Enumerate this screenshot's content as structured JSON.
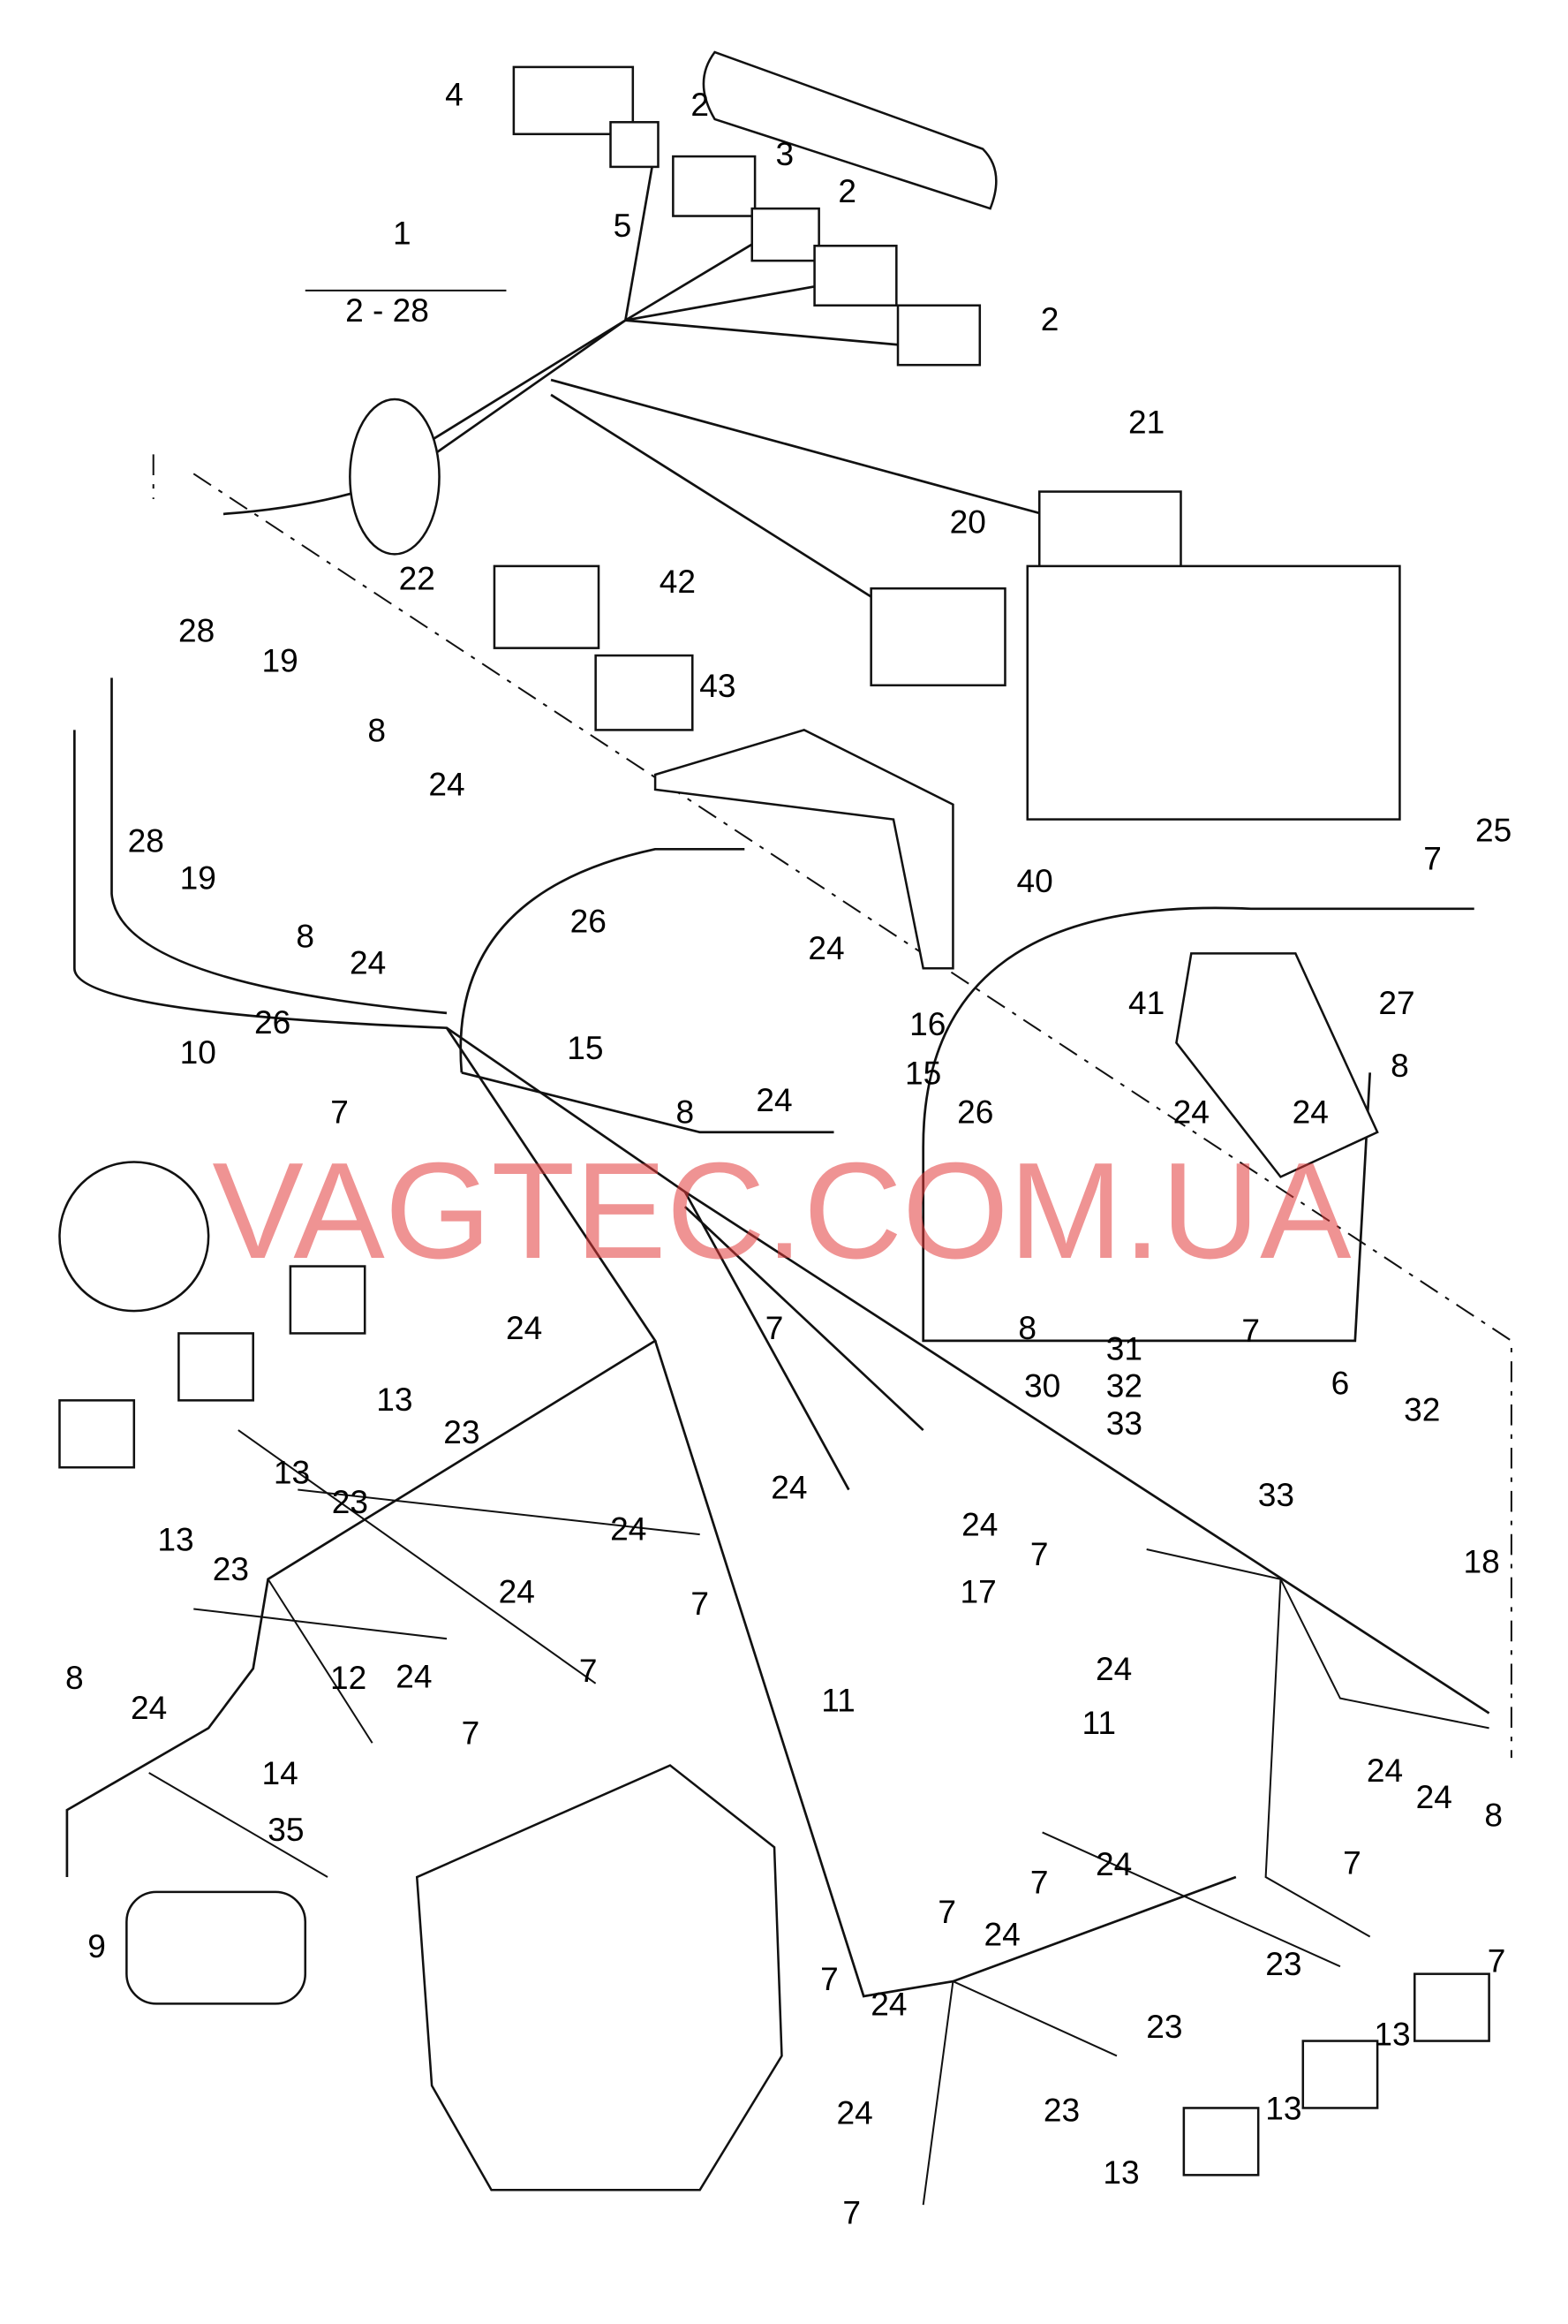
{
  "watermark": "VAGTEC.COM.UA",
  "group_label": "2 - 28",
  "labels": [
    "4",
    "2",
    "3",
    "5",
    "2",
    "2",
    "1",
    "21",
    "20",
    "22",
    "42",
    "43",
    "28",
    "19",
    "8",
    "24",
    "28",
    "19",
    "8",
    "24",
    "7",
    "25",
    "40",
    "26",
    "24",
    "16",
    "15",
    "8",
    "26",
    "10",
    "41",
    "27",
    "8",
    "26",
    "24",
    "15",
    "24",
    "7",
    "24",
    "7",
    "24",
    "8",
    "7",
    "31",
    "30",
    "32",
    "6",
    "33",
    "32",
    "33",
    "18",
    "13",
    "23",
    "13",
    "23",
    "13",
    "23",
    "24",
    "24",
    "7",
    "24",
    "7",
    "17",
    "24",
    "7",
    "24",
    "7",
    "8",
    "24",
    "12",
    "11",
    "24",
    "11",
    "14",
    "35",
    "9",
    "24",
    "8",
    "24",
    "7",
    "7",
    "24",
    "7",
    "24",
    "7",
    "23",
    "7",
    "24",
    "23",
    "13",
    "13",
    "23",
    "24",
    "13",
    "7"
  ],
  "colors": {
    "watermark": "#e23b3b",
    "line": "#111111"
  }
}
